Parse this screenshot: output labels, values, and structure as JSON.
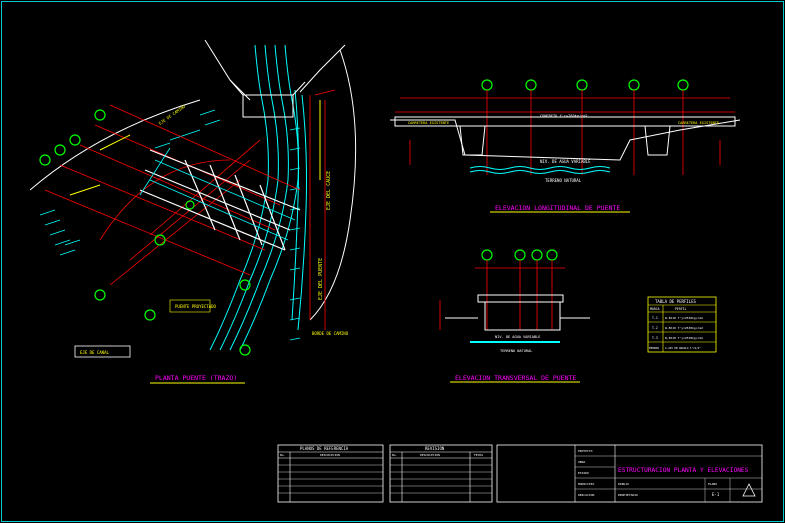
{
  "colors": {
    "background": "#000000",
    "frame": "#00c8c8",
    "red": "#ff0000",
    "white": "#ffffff",
    "cyan": "#00ffff",
    "yellow": "#ffff00",
    "green": "#00ff00",
    "orange": "#ff8000",
    "magenta": "#ff00ff"
  },
  "plan": {
    "title": "PLANTA PUENTE (TRAZO)",
    "road_label": "EJE DE CAMINO",
    "axis_label_1": "EJE DEL CAUCE",
    "axis_label_2": "EJE DEL PUENTE",
    "bank_label": "BORDE DE CAMINO",
    "note_label": "EJE DE CANAL",
    "sub_label": "PUENTE PROYECTADO"
  },
  "long": {
    "title": "ELEVACION LONGITUDINAL DE PUENTE",
    "water_label": "NIV. DE AGUA VARIABLE",
    "ground_label": "TERRENO NATURAL",
    "road_left": "CARRETERA EXISTENTE",
    "road_right": "CARRETERA EXISTENTE",
    "deck_label": "CONCRETO f'c=280kg/cm2"
  },
  "trans": {
    "title": "ELEVACION TRANSVERSAL DE PUENTE",
    "water_label": "NIV. DE AGUA VARIABLE",
    "ground_label": "TERRENO NATURAL"
  },
  "profiles_table": {
    "title": "TABLA DE PERFILES",
    "headers": [
      "MARCA",
      "PERFIL"
    ],
    "rows": [
      [
        "T-1",
        "W-8X10 f'y=2530kg/cm2"
      ],
      [
        "T-2",
        "W-8X10 f'y=2530kg/cm2"
      ],
      [
        "T-3",
        "W-8X10 f'y=2530kg/cm2"
      ],
      [
        "PERNOS",
        "A-325 EN ANGULO 1\"x1/2\""
      ]
    ]
  },
  "title_block": {
    "ref_title": "PLANOS DE REFERENCIA",
    "ref_headers": [
      "No.",
      "DESCRIPCION"
    ],
    "rev_title": "REVISION",
    "rev_headers": [
      "No.",
      "DESCRIPCION",
      "FECHA"
    ],
    "sheet_title": "ESTRUCTURACION PLANTA Y ELEVACIONES",
    "field_labels": [
      "PROYECTO",
      "OBRA",
      "ESTADO",
      "MUNICIPIO",
      "UBICACION"
    ],
    "sub_labels": [
      "DIBUJO",
      "PROPIETARIO",
      "PLANO"
    ],
    "drawing_number": "E-1"
  }
}
